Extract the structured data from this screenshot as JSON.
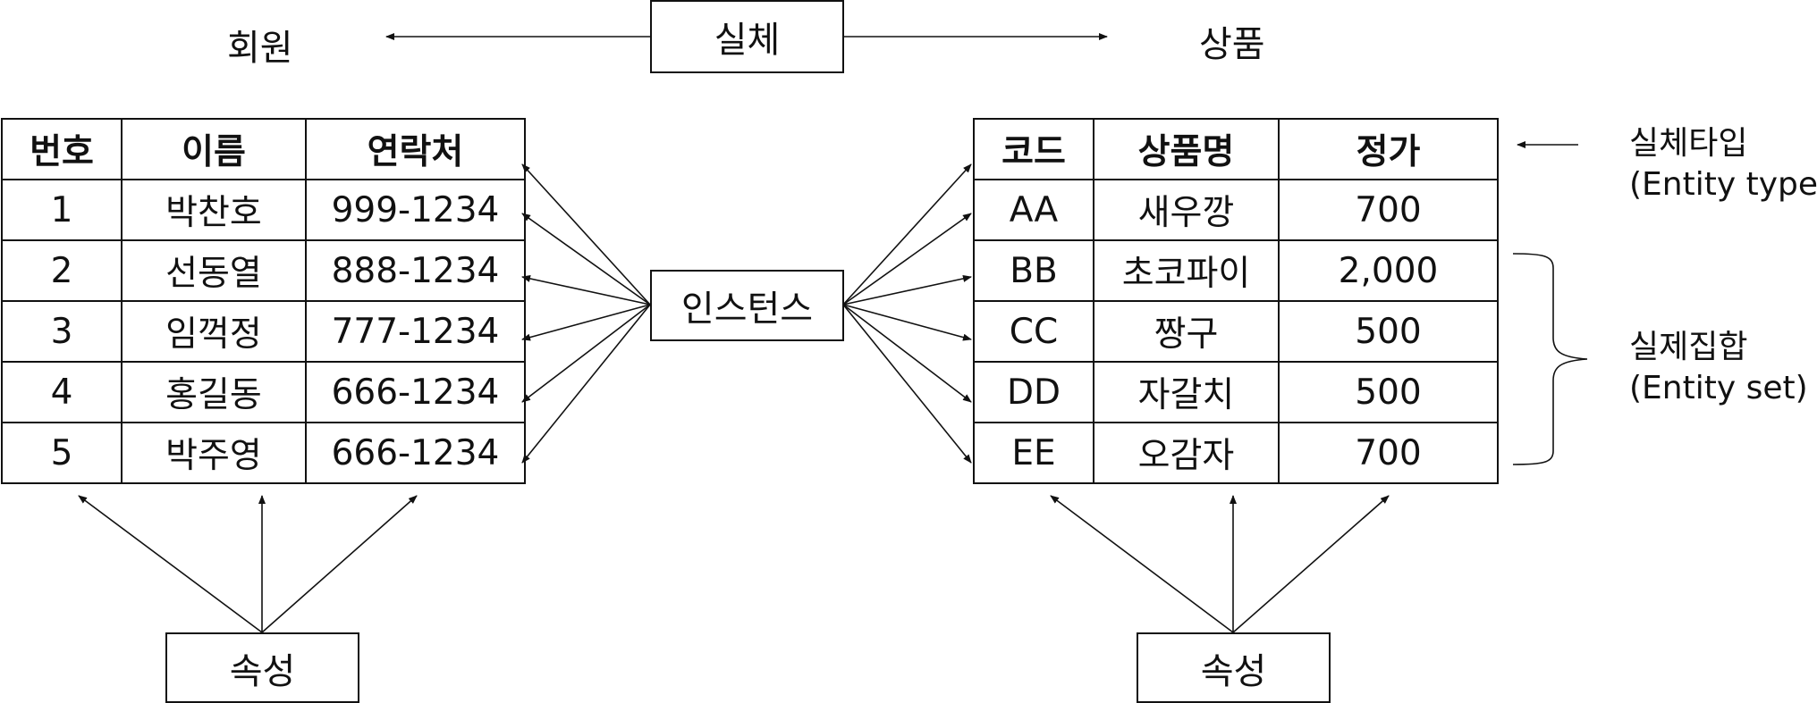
{
  "labels": {
    "entity": "실체",
    "member": "회원",
    "product": "상품",
    "instance": "인스턴스",
    "attribute_left": "속성",
    "attribute_right": "속성",
    "entity_type_ko": "실체타입",
    "entity_type_en": "(Entity type)",
    "entity_set_ko": "실제집합",
    "entity_set_en": "(Entity set)"
  },
  "member_table": {
    "headers": [
      "번호",
      "이름",
      "연락처"
    ],
    "rows": [
      [
        "1",
        "박찬호",
        "999-1234"
      ],
      [
        "2",
        "선동열",
        "888-1234"
      ],
      [
        "3",
        "임꺽정",
        "777-1234"
      ],
      [
        "4",
        "홍길동",
        "666-1234"
      ],
      [
        "5",
        "박주영",
        "666-1234"
      ]
    ]
  },
  "product_table": {
    "headers": [
      "코드",
      "상품명",
      "정가"
    ],
    "rows": [
      [
        "AA",
        "새우깡",
        "700"
      ],
      [
        "BB",
        "초코파이",
        "2,000"
      ],
      [
        "CC",
        "짱구",
        "500"
      ],
      [
        "DD",
        "자갈치",
        "500"
      ],
      [
        "EE",
        "오감자",
        "700"
      ]
    ]
  }
}
